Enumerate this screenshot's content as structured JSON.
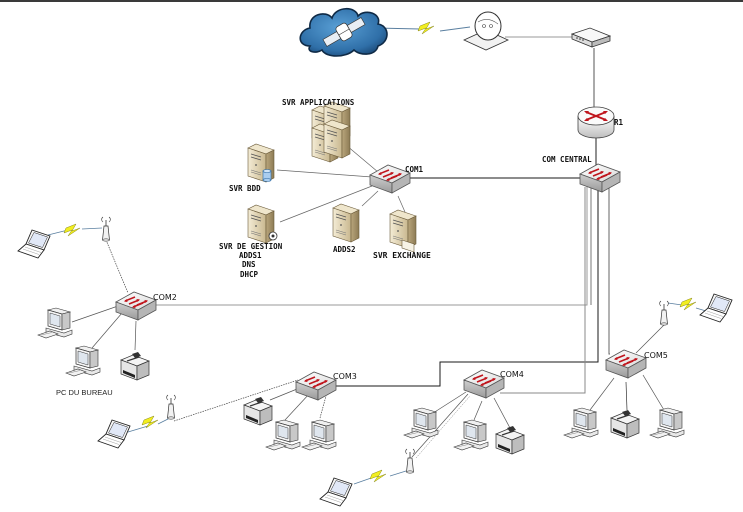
{
  "diagram": {
    "type": "network-topology",
    "internet": {
      "label": "",
      "icon": "cloud-satellite-icon"
    },
    "satellite_dish": {
      "icon": "satellite-dish-icon"
    },
    "modem": {
      "icon": "modem-icon"
    },
    "router": {
      "label": "R1",
      "icon": "router-icon"
    },
    "core_switch": {
      "label": "COM CENTRAL",
      "icon": "switch-icon"
    },
    "switches": [
      {
        "id": "com1",
        "label": "COM1"
      },
      {
        "id": "com2",
        "label": "COM2"
      },
      {
        "id": "com3",
        "label": "COM3"
      },
      {
        "id": "com4",
        "label": "COM4"
      },
      {
        "id": "com5",
        "label": "COM5"
      }
    ],
    "servers": [
      {
        "id": "svr-applications",
        "label": "SVR APPLICATIONS"
      },
      {
        "id": "svr-bdd",
        "label": "SVR BDD"
      },
      {
        "id": "svr-gestion",
        "label": "SVR DE GESTION",
        "sublabels": [
          "ADDS1",
          "DNS",
          "DHCP"
        ]
      },
      {
        "id": "adds2",
        "label": "ADDS2"
      },
      {
        "id": "svr-exchange",
        "label": "SVR EXCHANGE"
      }
    ],
    "pc_label": "PC DU BUREAU",
    "links": [
      [
        "internet",
        "satellite-dish",
        "wireless"
      ],
      [
        "satellite-dish",
        "modem",
        "wired"
      ],
      [
        "modem",
        "r1",
        "wired"
      ],
      [
        "r1",
        "com-central",
        "wired"
      ],
      [
        "com-central",
        "com1",
        "wired"
      ],
      [
        "com-central",
        "com2",
        "wired"
      ],
      [
        "com-central",
        "com3",
        "wired"
      ],
      [
        "com-central",
        "com4",
        "wired"
      ],
      [
        "com-central",
        "com5",
        "wired"
      ],
      [
        "com1",
        "svr-applications",
        "wired"
      ],
      [
        "com1",
        "svr-bdd",
        "wired"
      ],
      [
        "com1",
        "svr-gestion",
        "wired"
      ],
      [
        "com1",
        "adds2",
        "wired"
      ],
      [
        "com1",
        "svr-exchange",
        "wired"
      ]
    ],
    "colors": {
      "switch_arrow": "#c0141c",
      "cloud": "#2f6fa8",
      "wireless_bolt": "#f2ee20",
      "line_dark": "#1a1a1a",
      "line_gray": "#9a9a9a"
    }
  }
}
